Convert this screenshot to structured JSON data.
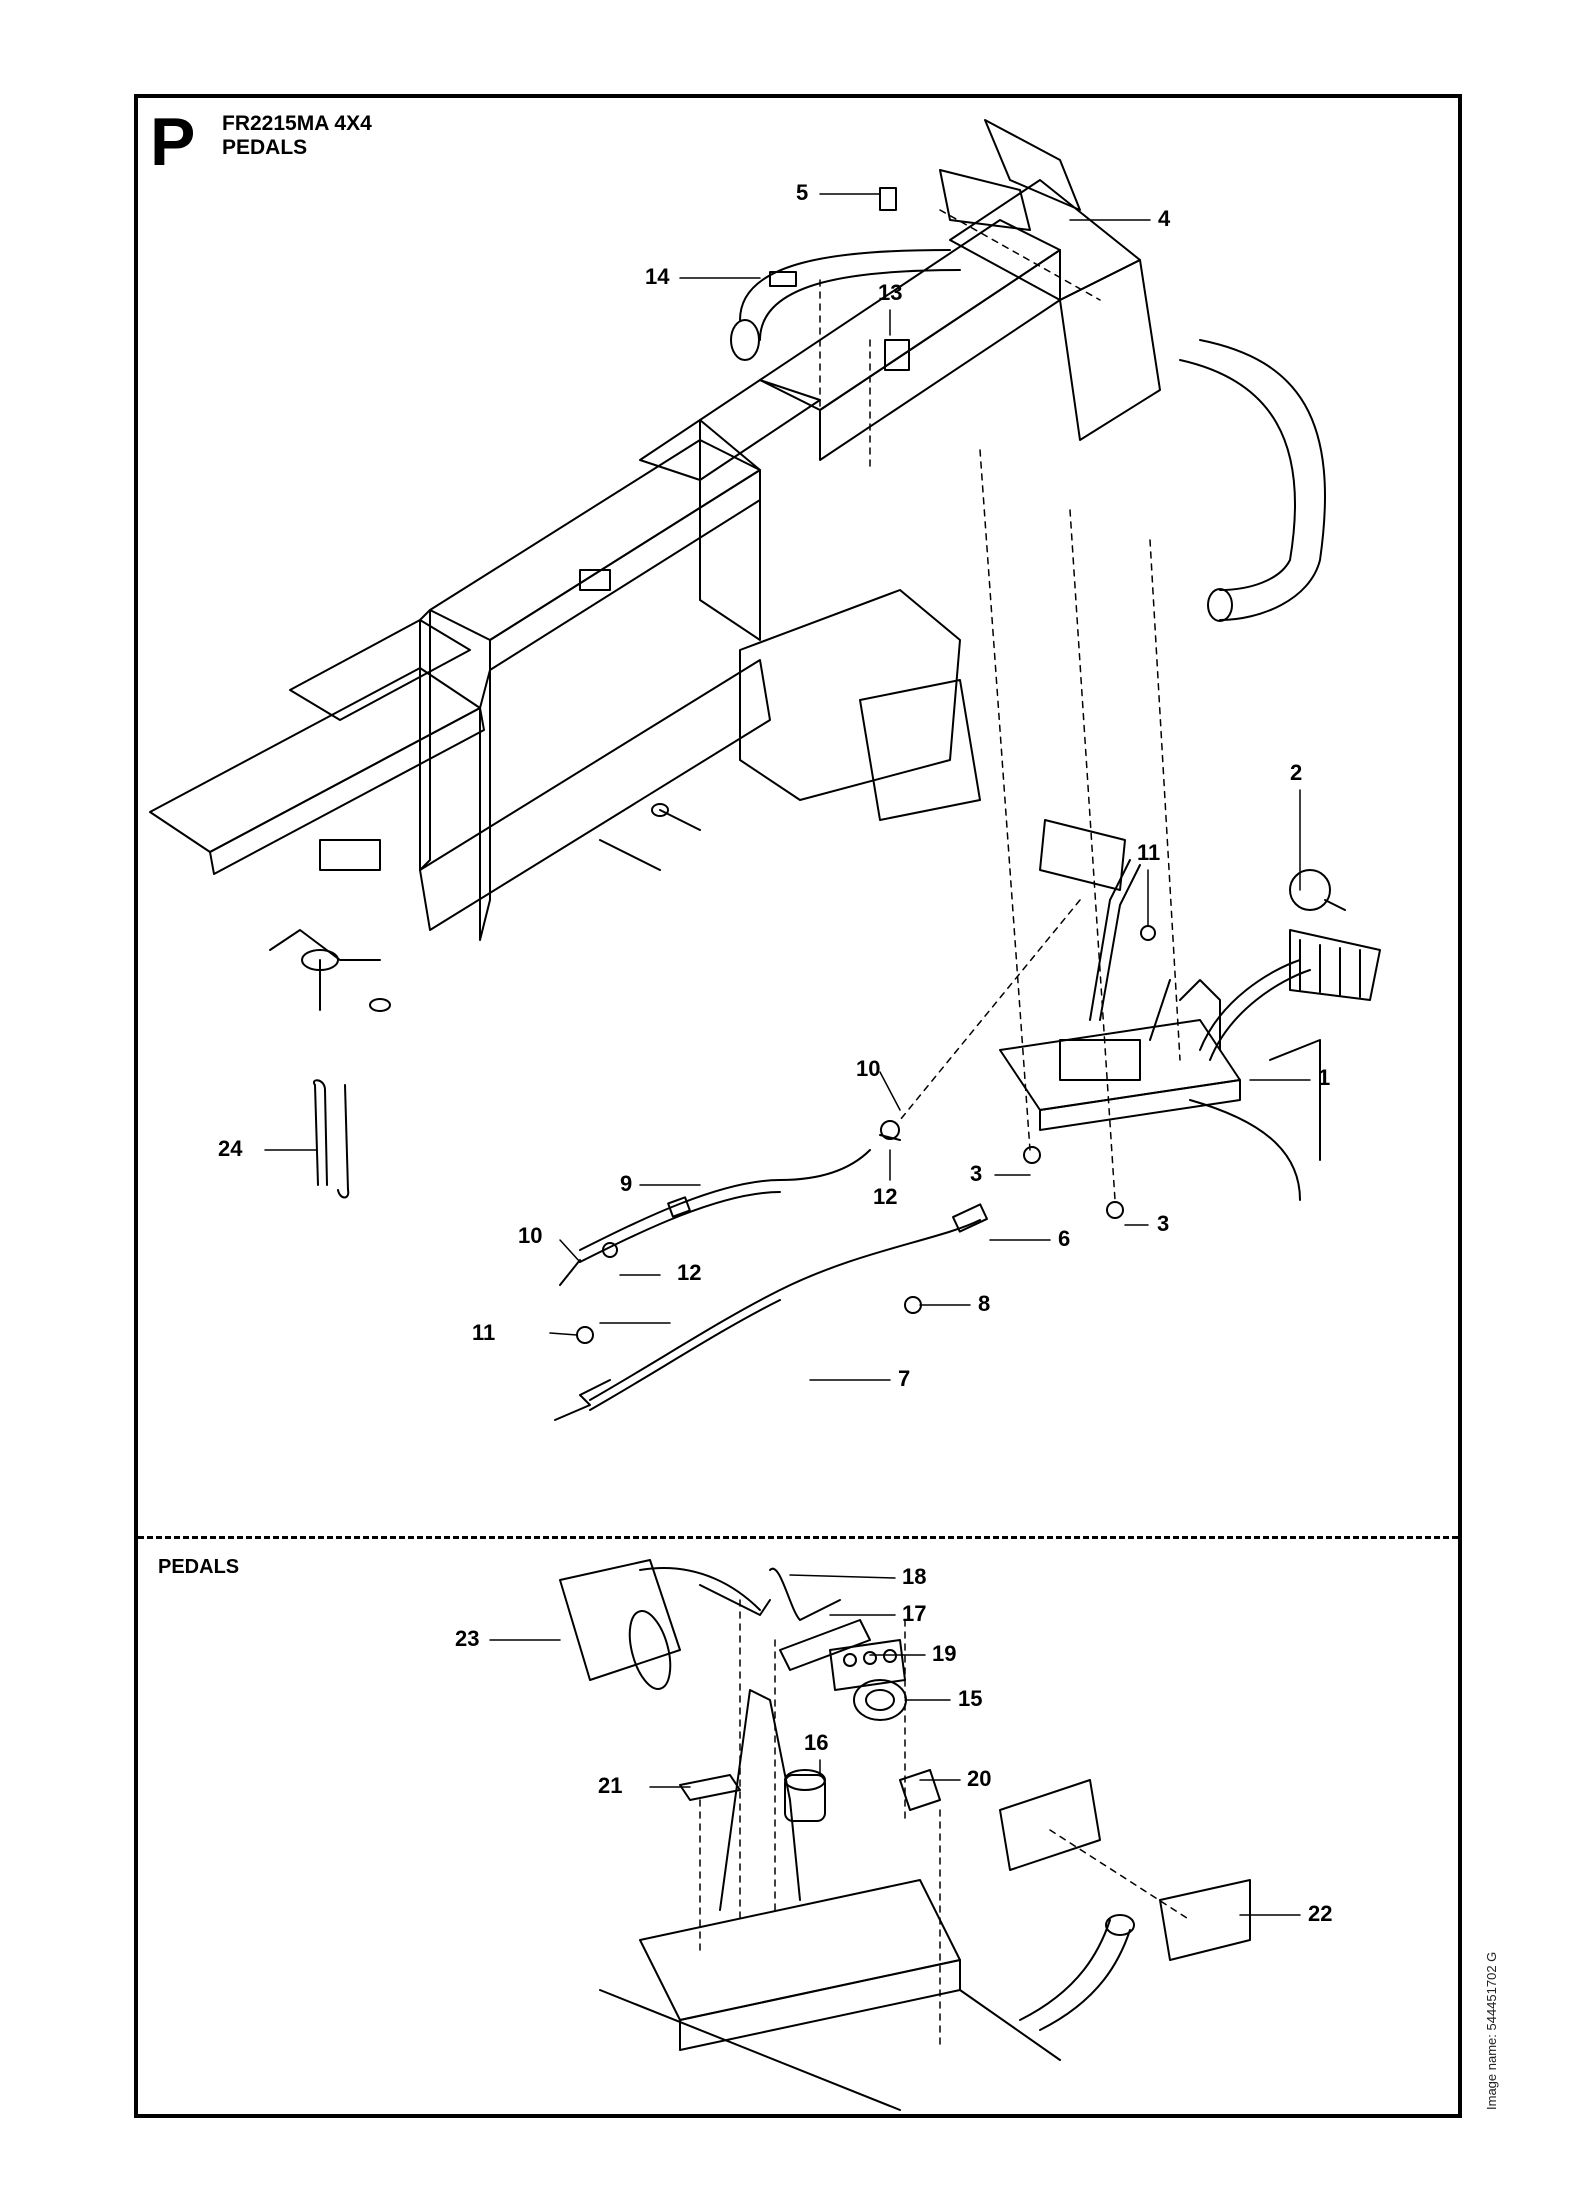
{
  "header": {
    "section_letter": "P",
    "model": "FR2215MA 4X4",
    "title": "PEDALS"
  },
  "lower_section": {
    "title": "PEDALS"
  },
  "footer": {
    "image_name": "Image name: 544451702 G"
  },
  "callouts": [
    "1",
    "2",
    "3",
    "3",
    "4",
    "5",
    "6",
    "7",
    "8",
    "9",
    "10",
    "10",
    "11",
    "11",
    "12",
    "12",
    "13",
    "14",
    "15",
    "16",
    "17",
    "18",
    "19",
    "20",
    "21",
    "22",
    "23",
    "24"
  ]
}
